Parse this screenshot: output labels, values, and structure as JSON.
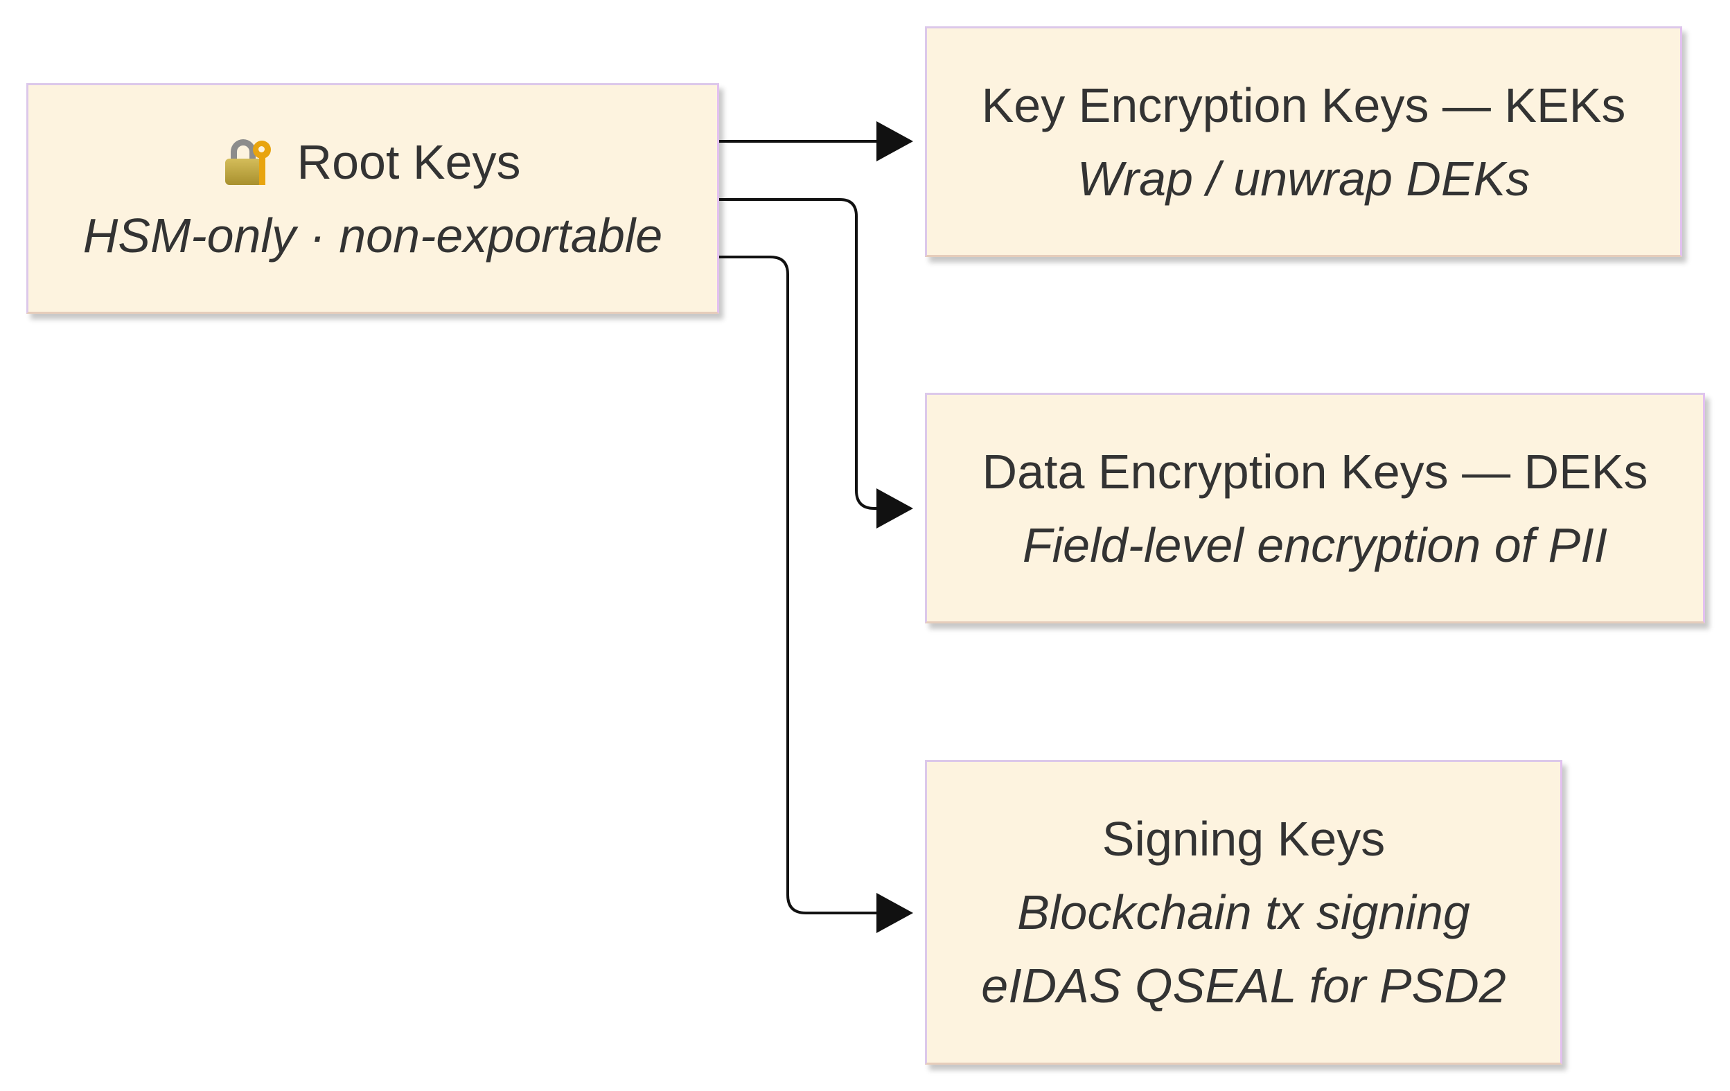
{
  "nodes": {
    "root": {
      "icon": "lock-with-key-icon",
      "title": "Root Keys",
      "subtitle": "HSM-only · non-exportable"
    },
    "kek": {
      "title": "Key Encryption Keys — KEKs",
      "subtitle": "Wrap / unwrap DEKs"
    },
    "dek": {
      "title": "Data Encryption Keys — DEKs",
      "subtitle": "Field-level encryption of PII"
    },
    "signing": {
      "title": "Signing Keys",
      "subtitle_1": "Blockchain tx signing",
      "subtitle_2": "eIDAS QSEAL for PSD2"
    }
  },
  "edges": [
    {
      "from": "Root Keys",
      "to": "Key Encryption Keys — KEKs"
    },
    {
      "from": "Root Keys",
      "to": "Data Encryption Keys — DEKs"
    },
    {
      "from": "Root Keys",
      "to": "Signing Keys"
    }
  ],
  "colors": {
    "node_fill": "#fdf3df",
    "node_border": "#dcc8ea",
    "edge": "#111111"
  }
}
